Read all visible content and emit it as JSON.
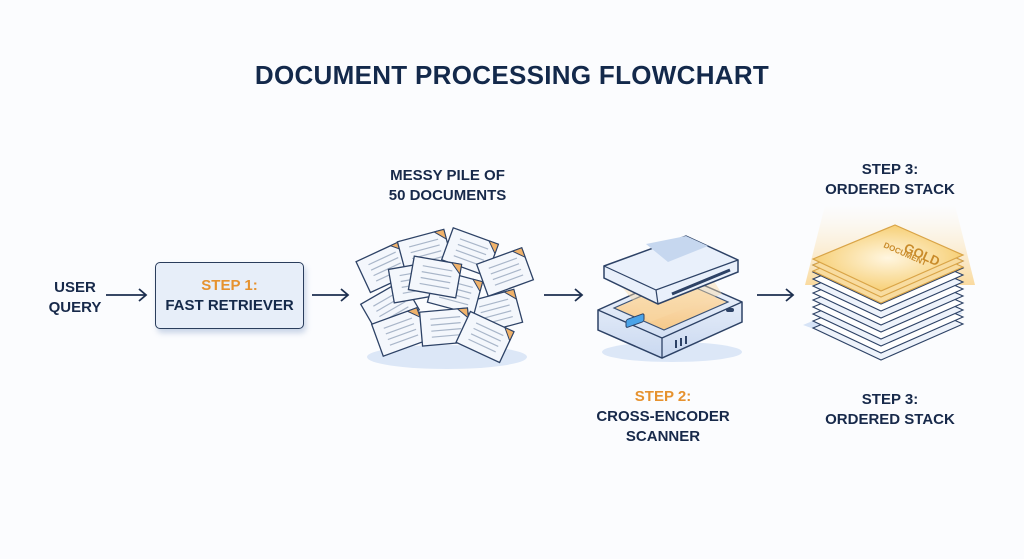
{
  "title": "DOCUMENT PROCESSING FLOWCHART",
  "colors": {
    "navy": "#13294b",
    "orange": "#e6922f",
    "gold": "#f3c45a",
    "box_fill": "#e7eef9"
  },
  "nodes": {
    "user_query": {
      "line1": "USER",
      "line2": "QUERY"
    },
    "step1": {
      "step": "STEP 1:",
      "name": "FAST RETRIEVER"
    },
    "pile": {
      "line1": "MESSY PILE OF",
      "line2": "50 DOCUMENTS",
      "icon": "document-pile-icon"
    },
    "step2": {
      "step": "STEP 2:",
      "line1": "CROSS-ENCODER",
      "line2": "SCANNER",
      "icon": "scanner-icon"
    },
    "step3": {
      "top_step": "STEP 3:",
      "top_name": "ORDERED STACK",
      "bottom_step": "STEP 3:",
      "bottom_name": "ORDERED STACK",
      "gold_line1": "GOLD",
      "gold_line2": "DOCUMENT",
      "icon": "document-stack-icon"
    }
  },
  "arrows": [
    "user-query-to-step1",
    "step1-to-pile",
    "pile-to-scanner",
    "scanner-to-stack"
  ]
}
